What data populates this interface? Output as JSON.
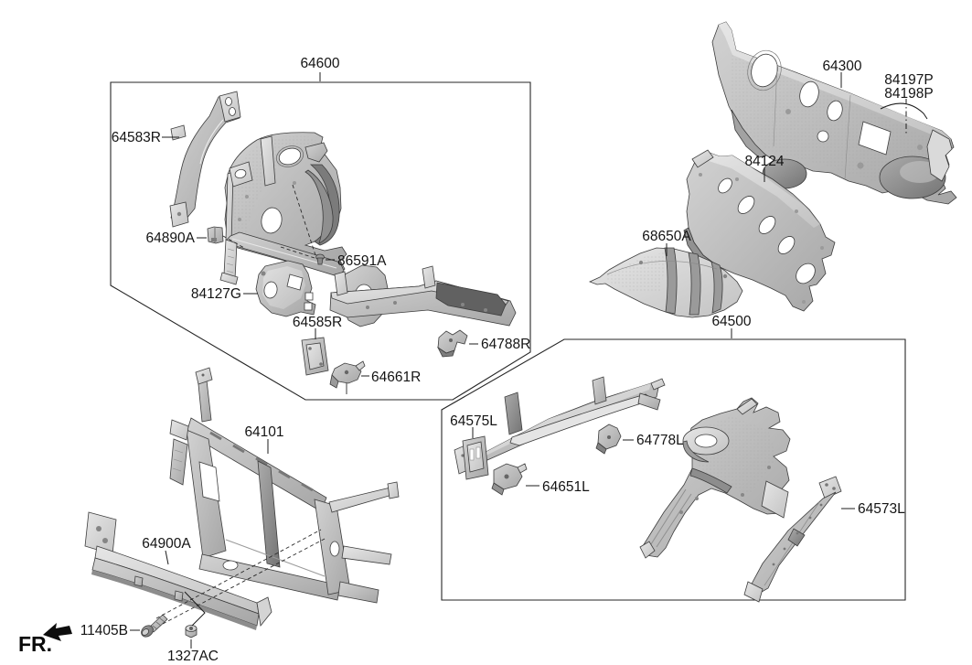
{
  "diagram_type": "vehicle-body-parts-diagram",
  "colors": {
    "background": "#ffffff",
    "line": "#1c1c1c",
    "part_light": "#dcdcdc",
    "part_mid": "#bfbfbf",
    "part_dark": "#8a8a8a"
  },
  "labels": {
    "64600": "64600",
    "64583R": "64583R",
    "64890A": "64890A",
    "86591A": "86591A",
    "84127G": "84127G",
    "64585R": "64585R",
    "64788R": "64788R",
    "64661R": "64661R",
    "64300": "64300",
    "84197P": "84197P",
    "84198P": "84198P",
    "84124": "84124",
    "68650A": "68650A",
    "64500": "64500",
    "64575L": "64575L",
    "64778L": "64778L",
    "64651L": "64651L",
    "64573L": "64573L",
    "64101": "64101",
    "64900A": "64900A",
    "11405B": "11405B",
    "1327AC": "1327AC",
    "fr": "FR."
  }
}
